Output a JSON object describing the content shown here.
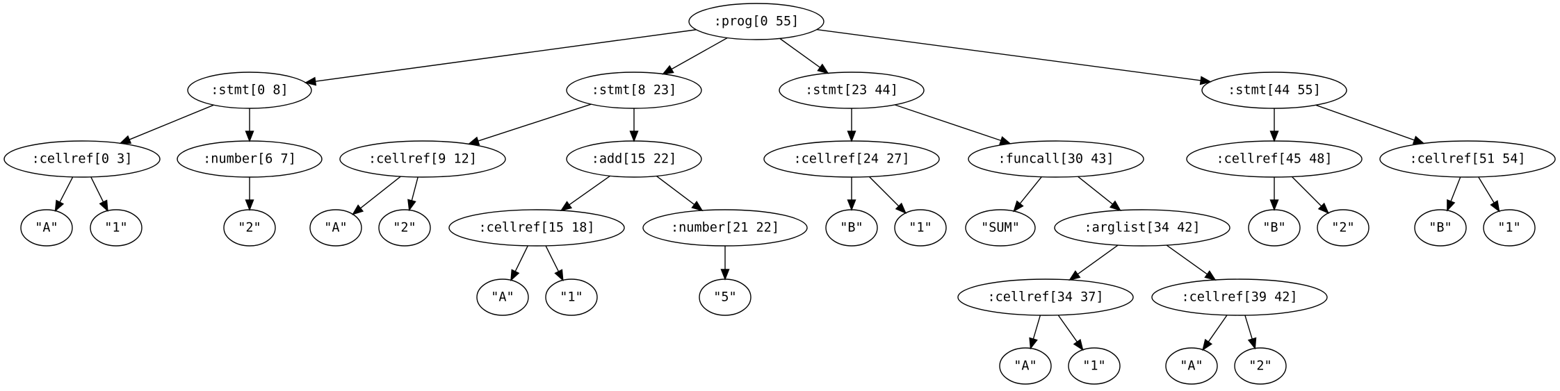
{
  "tree": {
    "label": ":prog[0 55]",
    "children": [
      {
        "label": ":stmt[0 8]",
        "children": [
          {
            "label": ":cellref[0 3]",
            "children": [
              {
                "label": "\"A\""
              },
              {
                "label": "\"1\""
              }
            ]
          },
          {
            "label": ":number[6 7]",
            "children": [
              {
                "label": "\"2\""
              }
            ]
          }
        ]
      },
      {
        "label": ":stmt[8 23]",
        "children": [
          {
            "label": ":cellref[9 12]",
            "children": [
              {
                "label": "\"A\""
              },
              {
                "label": "\"2\""
              }
            ]
          },
          {
            "label": ":add[15 22]",
            "children": [
              {
                "label": ":cellref[15 18]",
                "children": [
                  {
                    "label": "\"A\""
                  },
                  {
                    "label": "\"1\""
                  }
                ]
              },
              {
                "label": ":number[21 22]",
                "children": [
                  {
                    "label": "\"5\""
                  }
                ]
              }
            ]
          }
        ]
      },
      {
        "label": ":stmt[23 44]",
        "children": [
          {
            "label": ":cellref[24 27]",
            "children": [
              {
                "label": "\"B\""
              },
              {
                "label": "\"1\""
              }
            ]
          },
          {
            "label": ":funcall[30 43]",
            "children": [
              {
                "label": "\"SUM\""
              },
              {
                "label": ":arglist[34 42]",
                "children": [
                  {
                    "label": ":cellref[34 37]",
                    "children": [
                      {
                        "label": "\"A\""
                      },
                      {
                        "label": "\"1\""
                      }
                    ]
                  },
                  {
                    "label": ":cellref[39 42]",
                    "children": [
                      {
                        "label": "\"A\""
                      },
                      {
                        "label": "\"2\""
                      }
                    ]
                  }
                ]
              }
            ]
          }
        ]
      },
      {
        "label": ":stmt[44 55]",
        "children": [
          {
            "label": ":cellref[45 48]",
            "children": [
              {
                "label": "\"B\""
              },
              {
                "label": "\"2\""
              }
            ]
          },
          {
            "label": ":cellref[51 54]",
            "children": [
              {
                "label": "\"B\""
              },
              {
                "label": "\"1\""
              }
            ]
          }
        ]
      }
    ]
  }
}
